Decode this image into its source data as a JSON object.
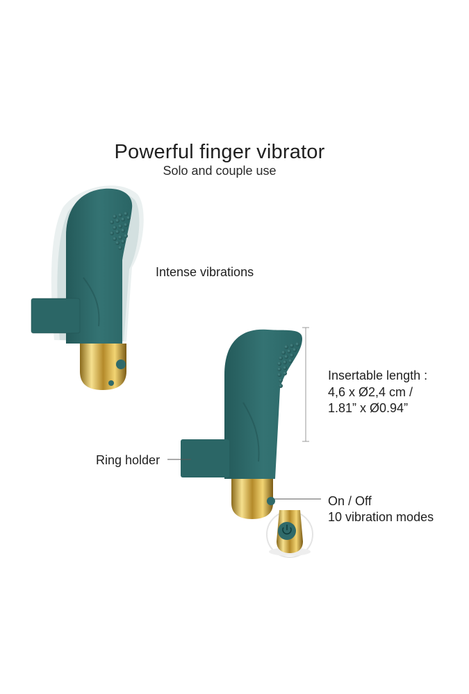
{
  "heading": {
    "title": "Powerful finger vibrator",
    "subtitle": "Solo and couple use"
  },
  "callouts": {
    "vibrations": "Intense vibrations",
    "insertable_label": "Insertable length :",
    "insertable_metric": "4,6 x Ø2,4 cm /",
    "insertable_imperial": "1.81” x Ø0.94”",
    "ring_holder": "Ring holder",
    "on_off": "On / Off",
    "modes": "10 vibration modes"
  },
  "colors": {
    "body": "#2f6a6a",
    "body_dark": "#245757",
    "gold": "#c9a645",
    "gold_light": "#f4dd86",
    "line": "#9a9a9a"
  }
}
